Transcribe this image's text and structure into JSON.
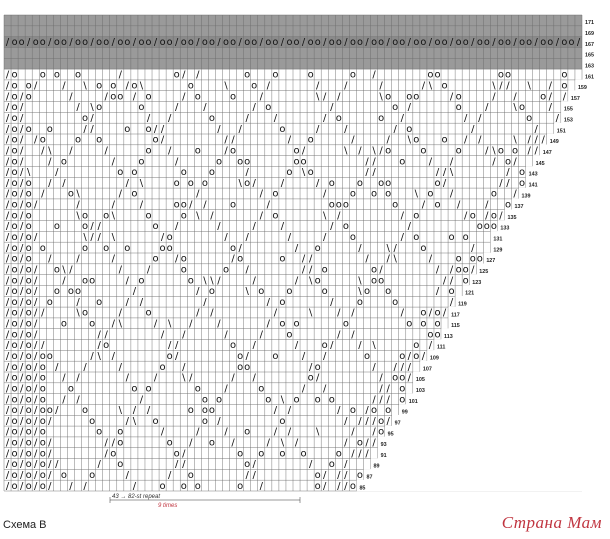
{
  "figure": {
    "caption": "Схема В",
    "watermark": "Страна Мам",
    "repeat_label": "43 → 82-st repeat",
    "times_label": "9 times"
  },
  "legend_symbols": {
    "yarn_over": "o",
    "decrease_right": "/",
    "decrease_left": "\\"
  },
  "chart": {
    "columns": 82,
    "first_row": 85,
    "last_row": 171,
    "row_step": 2,
    "shaded_rows": [
      163,
      165,
      167,
      169,
      171
    ],
    "row_numbers": [
      85,
      87,
      89,
      91,
      93,
      95,
      97,
      99,
      101,
      103,
      105,
      107,
      109,
      111,
      113,
      115,
      117,
      119,
      121,
      123,
      125,
      127,
      129,
      131,
      133,
      135,
      137,
      139,
      141,
      143,
      145,
      147,
      149,
      151,
      153,
      155,
      157,
      159,
      161,
      163,
      165,
      167,
      169,
      171
    ],
    "shaded_pattern_row": 167
  },
  "colors": {
    "grid": "#6b6b6b",
    "shade": "#9a9a9a",
    "shade_dark": "#8a8a8a",
    "symbol": "#111111",
    "accent_red": "#c0343f"
  }
}
